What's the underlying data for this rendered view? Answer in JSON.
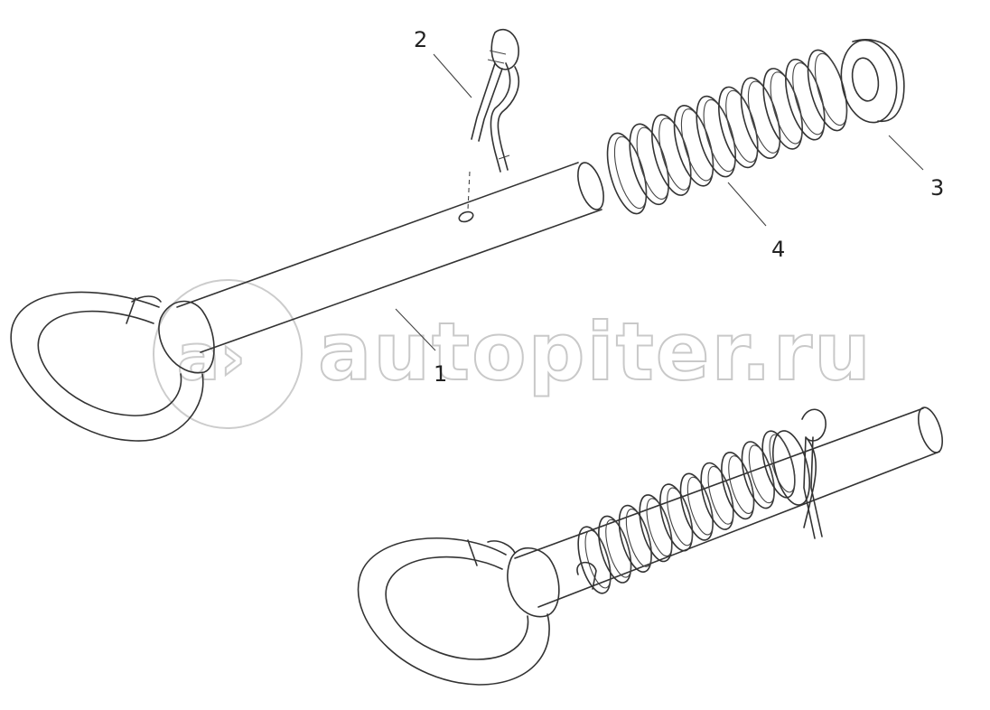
{
  "callouts": [
    {
      "id": "1",
      "label": "1"
    },
    {
      "id": "2",
      "label": "2"
    },
    {
      "id": "3",
      "label": "3"
    },
    {
      "id": "4",
      "label": "4"
    }
  ],
  "watermark": {
    "text": "autopiter.ru"
  }
}
